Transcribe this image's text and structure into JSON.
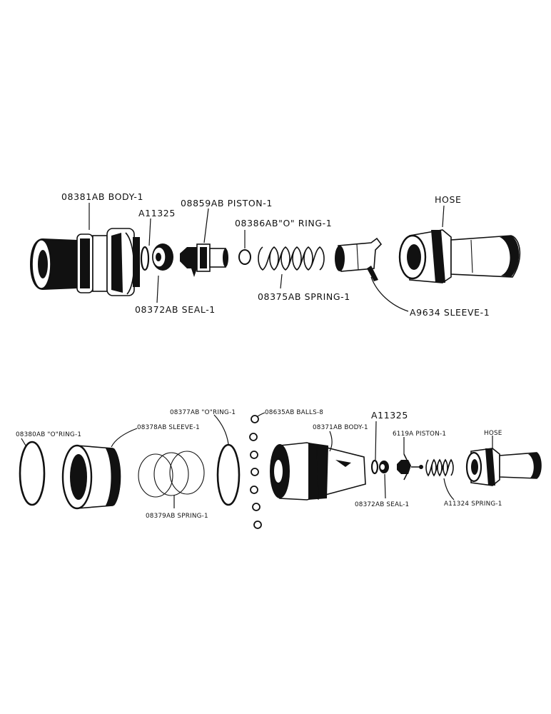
{
  "top_assembly": {
    "labels": {
      "body": "08381AB BODY-1",
      "a11325": "A11325",
      "piston": "08859AB PISTON-1",
      "oring": "08386AB\"O\" RING-1",
      "hose": "HOSE",
      "seal": "08372AB SEAL-1",
      "spring": "08375AB SPRING-1",
      "sleeve": "A9634 SLEEVE-1"
    }
  },
  "bottom_assembly": {
    "labels": {
      "oring_380": "08380AB \"O\"RING-1",
      "sleeve_378": "08378AB SLEEVE-1",
      "oring_377": "08377AB \"O\"RING-1",
      "balls": "08635AB BALLS-8",
      "body_371": "08371AB BODY-1",
      "a11325": "A11325",
      "piston_6119": "6119A PISTON-1",
      "hose": "HOSE",
      "spring_379": "08379AB SPRING-1",
      "seal_372": "08372AB SEAL-1",
      "spring_a11324": "A11324 SPRING-1"
    }
  }
}
